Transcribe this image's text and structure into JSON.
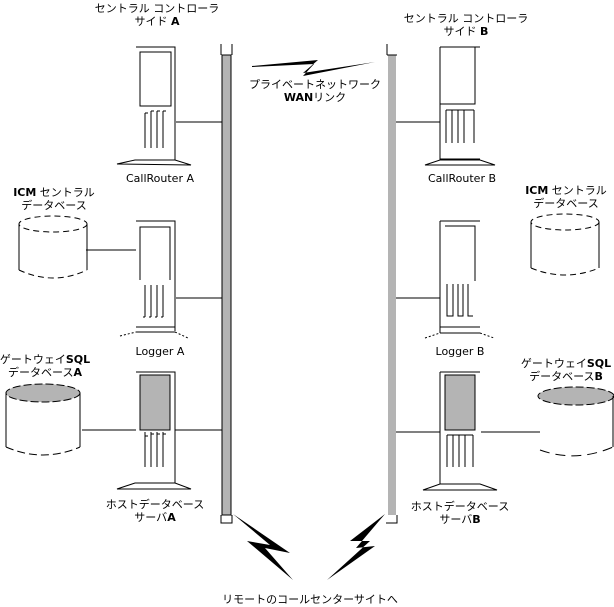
{
  "diagram": {
    "site_a": {
      "title_line1": "セントラル コントローラ",
      "title_line2_prefix": "サイド ",
      "title_line2_bold": "A",
      "callrouter": "CallRouter A",
      "logger": "Logger A",
      "icm_db_bold": "ICM",
      "icm_db_line1": " セントラル",
      "icm_db_line2": "データベース",
      "gateway_db_line1": "ゲートウェイ",
      "gateway_db_line1_bold": "SQL",
      "gateway_db_line2": "データベース",
      "gateway_db_line2_bold": "A",
      "host_server_line1": "ホストデータベース",
      "host_server_line2": "サーバ",
      "host_server_line2_bold": "A"
    },
    "site_b": {
      "title_line1": "セントラル コントローラ",
      "title_line2_prefix": "サイド ",
      "title_line2_bold": "B",
      "callrouter": "CallRouter B",
      "logger": "Logger B",
      "icm_db_bold": "ICM",
      "icm_db_line1": " セントラル",
      "icm_db_line2": "データベース",
      "gateway_db_line1": "ゲートウェイ",
      "gateway_db_line1_bold": "SQL",
      "gateway_db_line2": "データベース",
      "gateway_db_line2_bold": "B",
      "host_server_line1": "ホストデータベース",
      "host_server_line2": "サーバ",
      "host_server_line2_bold": "B"
    },
    "wan": {
      "line1": "プライベートネットワーク",
      "line2_bold": "WAN",
      "line2": "リンク"
    },
    "remote": {
      "label": "リモートのコールセンターサイトへ"
    },
    "colors": {
      "bus": "#b4b4b4",
      "shaded": "#b4b4b4",
      "stroke": "#000000"
    }
  }
}
